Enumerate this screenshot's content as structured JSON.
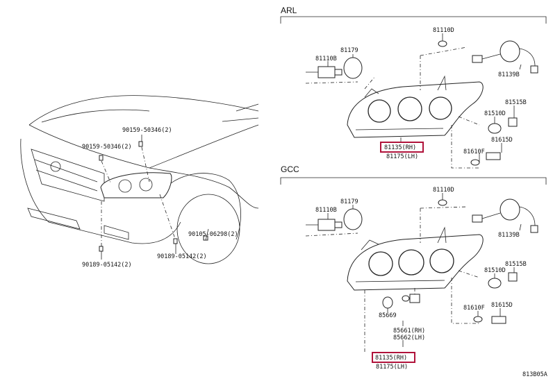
{
  "sections": {
    "top": "ARL",
    "bottom": "GCC"
  },
  "car_labels": {
    "l_90159_50346_top": "90159-50346(2)",
    "l_90159_50346_left": "90159-50346(2)",
    "l_90105_06298": "90105-06298(2)",
    "l_90189_05142_left": "90189-05142(2)",
    "l_90189_05142_right": "90189-05142(2)"
  },
  "arl_labels": {
    "p81110d": "81110D",
    "p81179": "81179",
    "p81110b": "81110B",
    "p81139b": "81139B",
    "p81515b": "81515B",
    "p81510d": "81510D",
    "p81615d": "81615D",
    "p81610f": "81610F",
    "p81135": "81135(RH)",
    "p81175": "81175(LH)"
  },
  "gcc_labels": {
    "p81110d": "81110D",
    "p81179": "81179",
    "p81110b": "81110B",
    "p81139b": "81139B",
    "p81515b": "81515B",
    "p81510d": "81510D",
    "p81615d": "81615D",
    "p81610f": "81610F",
    "p85669": "85669",
    "p85661": "85661(RH)",
    "p85662": "85662(LH)",
    "p81135": "81135(RH)",
    "p81175": "81175(LH)"
  },
  "footer": {
    "code": "813B05A"
  },
  "highlight_color": "#b0123a"
}
